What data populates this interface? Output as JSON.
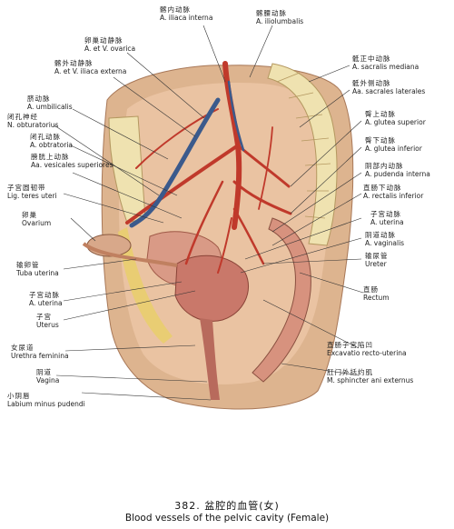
{
  "labels": [
    {
      "id": "iliaca-interna",
      "zh": "髂内动脉",
      "en": "A. iliaca interna"
    },
    {
      "id": "iliolumbalis",
      "zh": "髂腰动脉",
      "en": "A. iliolumbalis"
    },
    {
      "id": "ovarica",
      "zh": "卵巢动静脉",
      "en": "A. et V. ovarica"
    },
    {
      "id": "iliaca-externa",
      "zh": "髂外动静脉",
      "en": "A. et V. iliaca externa"
    },
    {
      "id": "sacralis-mediana",
      "zh": "骶正中动脉",
      "en": "A. sacralis mediana"
    },
    {
      "id": "sacrales-laterales",
      "zh": "骶外侧动脉",
      "en": "Aa. sacrales laterales"
    },
    {
      "id": "umbilicalis",
      "zh": "脐动脉",
      "en": "A. umbilicalis"
    },
    {
      "id": "n-obturatorius",
      "zh": "闭孔神经",
      "en": "N. obturatorius"
    },
    {
      "id": "obtratoria",
      "zh": "闭孔动脉",
      "en": "A. obtratoria"
    },
    {
      "id": "glutea-superior",
      "zh": "臀上动脉",
      "en": "A. glutea superior"
    },
    {
      "id": "glutea-inferior",
      "zh": "臀下动脉",
      "en": "A. glutea inferior"
    },
    {
      "id": "vesicales-superiores",
      "zh": "膀胱上动脉",
      "en": "Aa. vesicales superiores"
    },
    {
      "id": "pudenda-interna",
      "zh": "阴部内动脉",
      "en": "A. pudenda interna"
    },
    {
      "id": "teres-uteri",
      "zh": "子宫圆韧带",
      "en": "Lig. teres uteri"
    },
    {
      "id": "rectalis-inferior",
      "zh": "直肠下动脉",
      "en": "A. rectalis inferior"
    },
    {
      "id": "ovarium",
      "zh": "卵巢",
      "en": "Ovarium"
    },
    {
      "id": "uterina-a",
      "zh": "子宫动脉",
      "en": "A. uterina"
    },
    {
      "id": "vaginalis",
      "zh": "阴道动脉",
      "en": "A. vaginalis"
    },
    {
      "id": "ureter",
      "zh": "输尿管",
      "en": "Ureter"
    },
    {
      "id": "tuba",
      "zh": "输卵管",
      "en": "Tuba uterina"
    },
    {
      "id": "uterina-b",
      "zh": "子宫动脉",
      "en": "A. uterina"
    },
    {
      "id": "rectum",
      "zh": "直肠",
      "en": "Rectum"
    },
    {
      "id": "uterus",
      "zh": "子宫",
      "en": "Uterus"
    },
    {
      "id": "urethra",
      "zh": "女尿道",
      "en": "Urethra feminina"
    },
    {
      "id": "excavatio",
      "zh": "直肠子宫陷凹",
      "en": "Excavatio recto-uterina"
    },
    {
      "id": "vagina",
      "zh": "阴道",
      "en": "Vagina"
    },
    {
      "id": "sphincter",
      "zh": "肛门外括约肌",
      "en": "M. sphincter ani externus"
    },
    {
      "id": "labium",
      "zh": "小阴唇",
      "en": "Labium minus pudendi"
    }
  ],
  "caption": {
    "number": "382.",
    "title_zh": "盆腔的血管(女)",
    "title_en": "Blood vessels of the pelvic cavity (Female)"
  },
  "colors": {
    "artery": "#c0392b",
    "vein": "#3b5a8c",
    "bone": "#efe2b0",
    "tissue": "#e6b89a",
    "skin": "#ddb48f"
  }
}
